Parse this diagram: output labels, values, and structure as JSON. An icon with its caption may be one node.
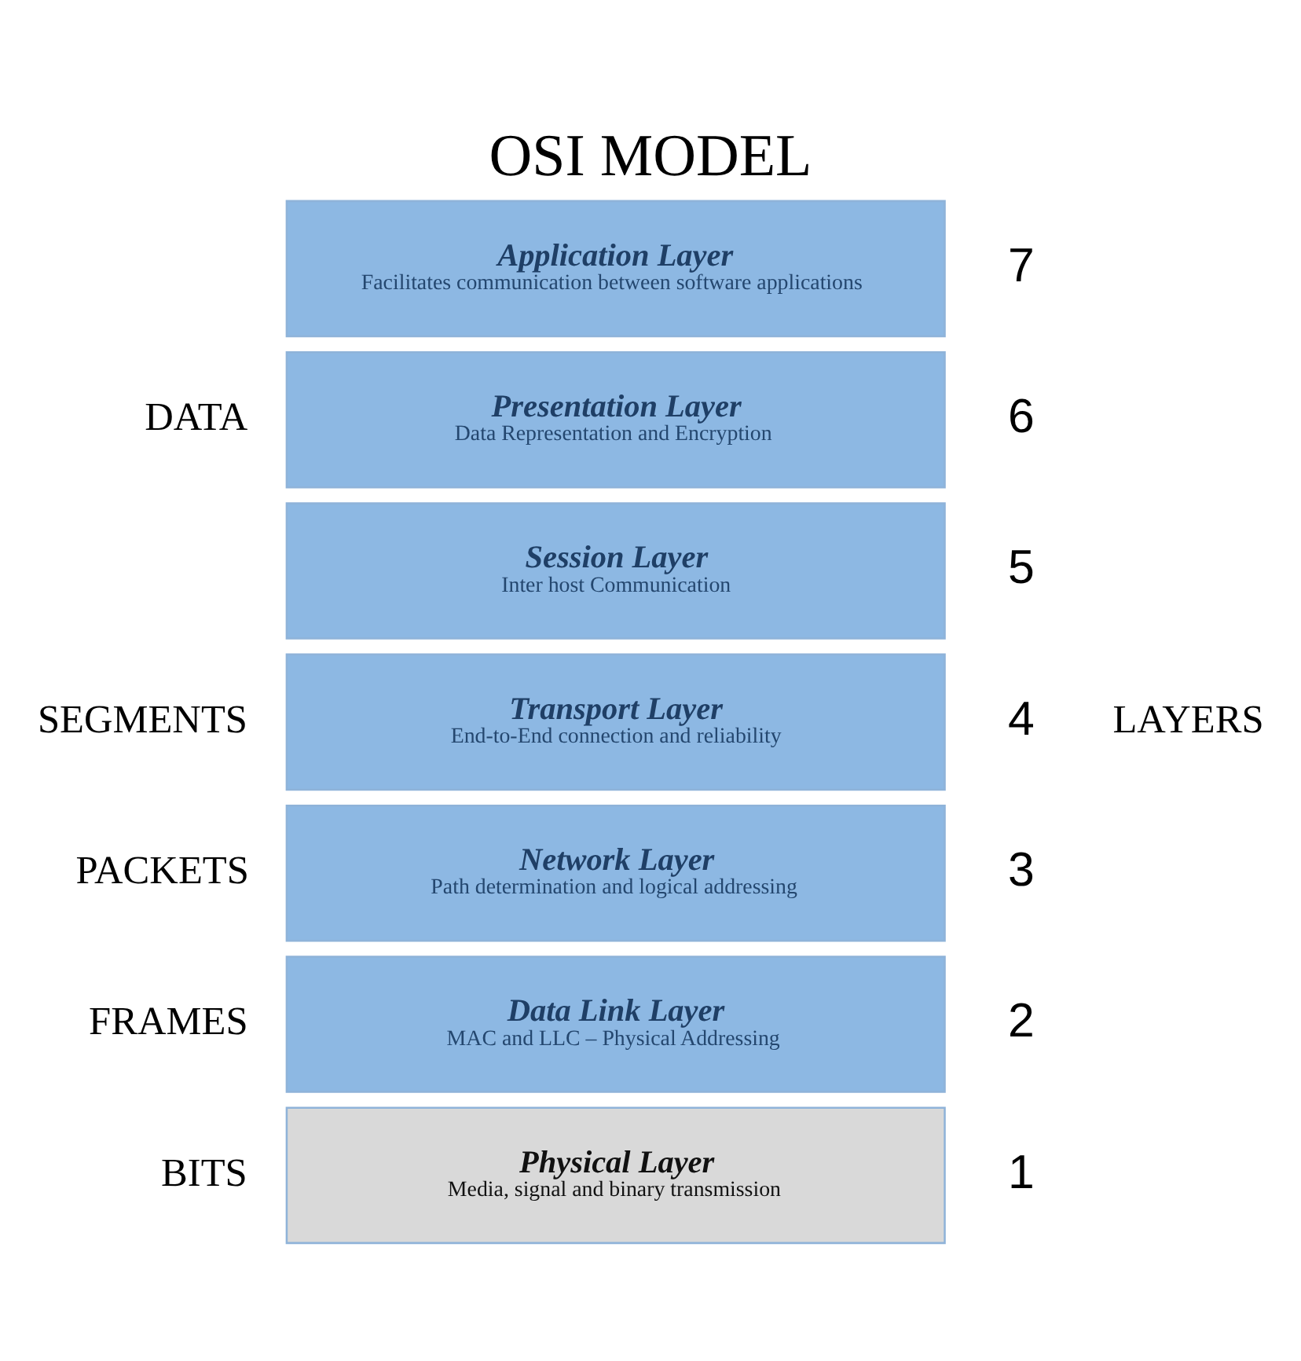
{
  "diagram": {
    "title": "OSI MODEL",
    "nodes": [
      {
        "text": [
          "Application Layer",
          "Facilitates communication between software applications"
        ],
        "beside": [
          "7"
        ]
      },
      {
        "text": [
          "Presentation Layer",
          "Data Representation and Encryption"
        ],
        "beside": [
          "6"
        ]
      },
      {
        "text": [
          "Session Layer",
          "Inter host Communication"
        ],
        "beside": [
          "5"
        ]
      },
      {
        "text": [
          "Transport Layer",
          "End-to-End connection and reliability"
        ],
        "beside": [
          "4"
        ]
      },
      {
        "text": [
          "Network Layer",
          "Path determination and logical addressing"
        ],
        "beside": [
          "3"
        ]
      },
      {
        "text": [
          "Data Link Layer",
          "MAC and LLC – Physical Addressing"
        ],
        "beside": [
          "2"
        ]
      },
      {
        "text": [
          "Physical Layer",
          "Media, signal and binary transmission"
        ],
        "beside": [
          "1"
        ]
      }
    ],
    "edges": [],
    "labels": [
      "DATA",
      "LAYERS",
      "SEGMENTS",
      "PACKETS",
      "FRAMES",
      "BITS"
    ]
  }
}
